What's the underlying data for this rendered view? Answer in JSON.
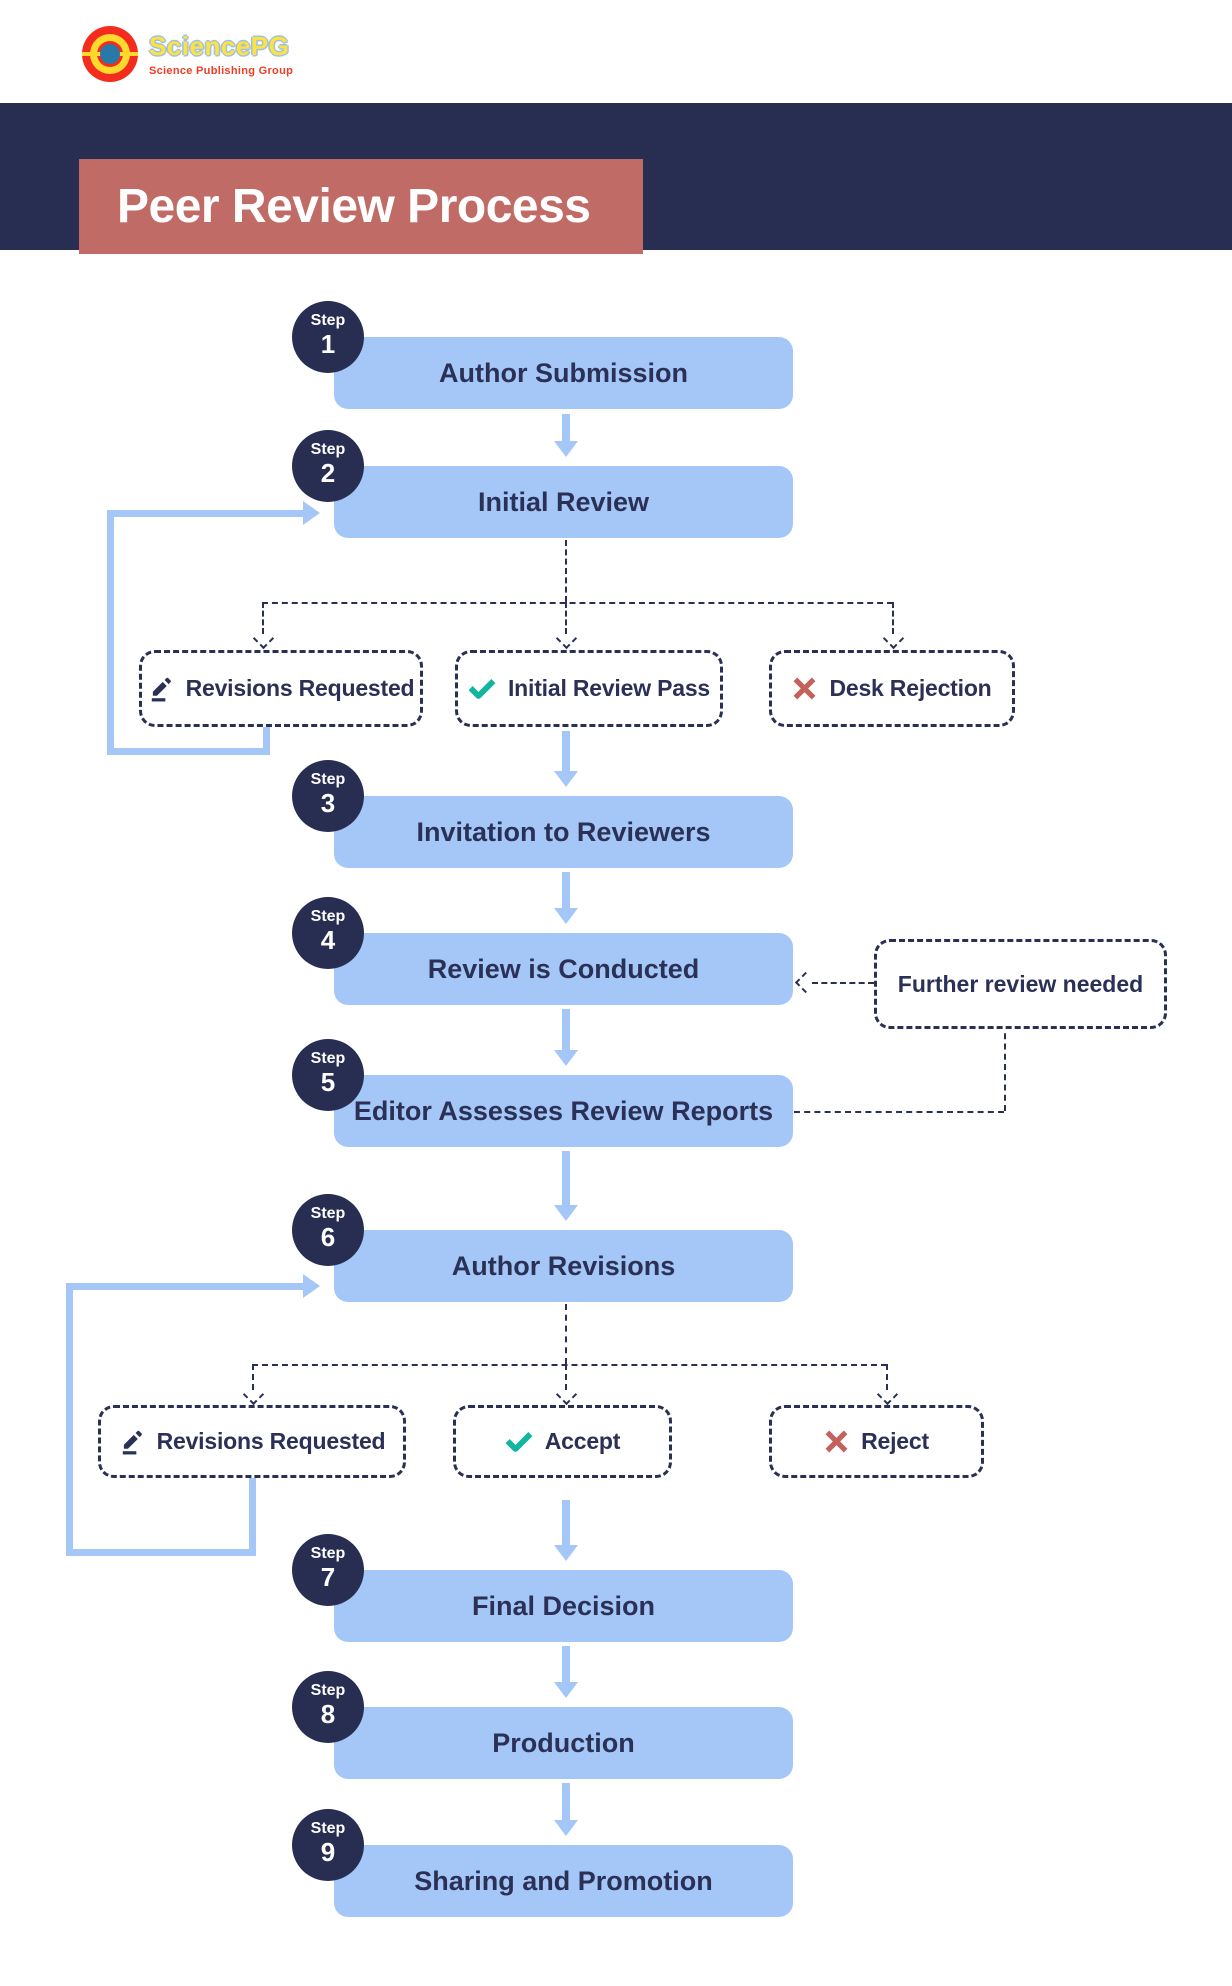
{
  "header": {
    "logo_title": "SciencePG",
    "logo_subtitle": "Science Publishing Group"
  },
  "banner": {
    "title": "Peer Review Process"
  },
  "step_word": "Step",
  "steps": [
    {
      "number": "1",
      "label": "Author Submission"
    },
    {
      "number": "2",
      "label": "Initial Review"
    },
    {
      "number": "3",
      "label": "Invitation to Reviewers"
    },
    {
      "number": "4",
      "label": "Review is Conducted"
    },
    {
      "number": "5",
      "label": "Editor Assesses Review Reports"
    },
    {
      "number": "6",
      "label": "Author Revisions"
    },
    {
      "number": "7",
      "label": "Final Decision"
    },
    {
      "number": "8",
      "label": "Production"
    },
    {
      "number": "9",
      "label": "Sharing and Promotion"
    }
  ],
  "branches_row1": [
    {
      "icon": "pencil",
      "label": "Revisions Requested"
    },
    {
      "icon": "check",
      "label": "Initial Review Pass"
    },
    {
      "icon": "cross",
      "label": "Desk Rejection"
    }
  ],
  "branches_row2": [
    {
      "icon": "pencil",
      "label": "Revisions Requested"
    },
    {
      "icon": "check",
      "label": "Accept"
    },
    {
      "icon": "cross",
      "label": "Reject"
    }
  ],
  "side_note": {
    "label": "Further review needed"
  },
  "colors": {
    "navy": "#272e52",
    "ink": "#2b3156",
    "ink2": "#2a3054",
    "blue": "#a5c7f7",
    "banner": "#c06b66",
    "teal": "#12b5a0",
    "red_x": "#c4615d",
    "logo_yellow": "#ffe23c",
    "logo_red": "#f03c23",
    "logo_blue": "#2878a8"
  }
}
